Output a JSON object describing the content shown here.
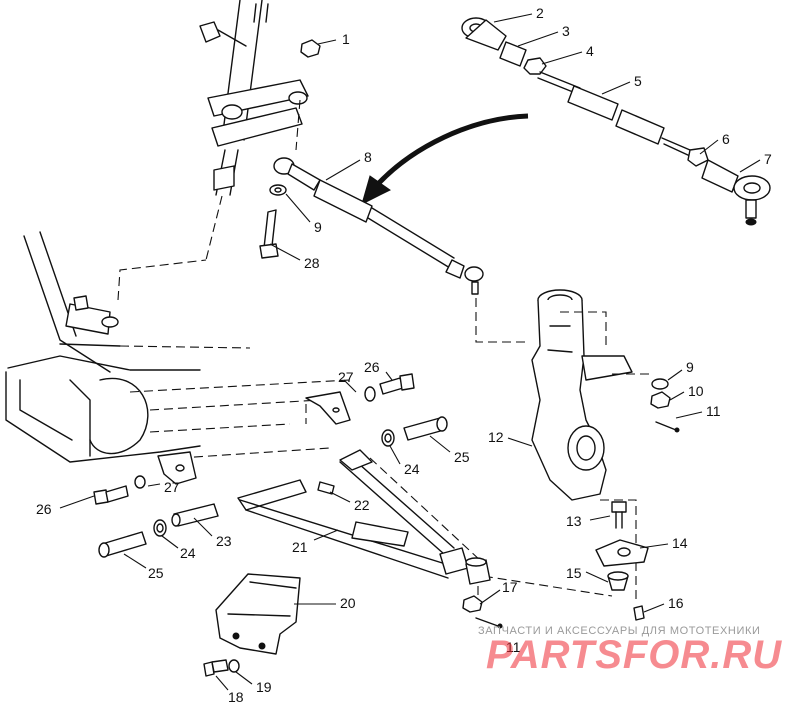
{
  "diagram": {
    "callouts": [
      "1",
      "2",
      "3",
      "4",
      "5",
      "6",
      "7",
      "8",
      "9",
      "28",
      "12",
      "9",
      "10",
      "11",
      "27",
      "26",
      "24",
      "25",
      "26",
      "27",
      "22",
      "13",
      "14",
      "21",
      "23",
      "24",
      "25",
      "15",
      "16",
      "17",
      "20",
      "11",
      "18",
      "19"
    ]
  },
  "watermark": {
    "caption": "ЗАПЧАСТИ И АКСЕССУАРЫ ДЛЯ МОТОТЕХНИКИ",
    "brand": "PARTSFOR.RU"
  }
}
